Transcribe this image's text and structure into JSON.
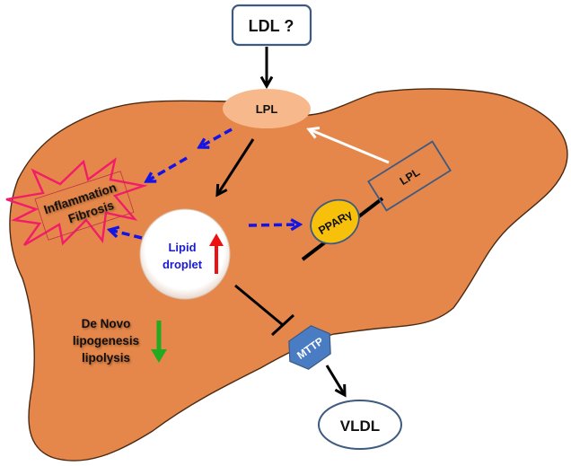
{
  "nodes": {
    "ldl": {
      "label": "LDL ?"
    },
    "lpl_top": {
      "label": "LPL"
    },
    "lpl_receptor": {
      "label": "LPL"
    },
    "inflammation": {
      "line1": "Inflammation",
      "line2": "Fibrosis"
    },
    "lipid_droplet": {
      "line1": "Lipid",
      "line2": "droplet",
      "trend": "up"
    },
    "ppar": {
      "label": "PPARγ"
    },
    "de_novo": {
      "line1": "De Novo",
      "line2": "lipogenesis",
      "line3": "lipolysis",
      "trend": "down"
    },
    "mttp": {
      "label": "MTTP"
    },
    "vldl": {
      "label": "VLDL"
    }
  },
  "edges": [
    {
      "from": "LDL ?",
      "to": "LPL",
      "style": "solid-black-arrow"
    },
    {
      "from": "LPL",
      "to": "Lipid droplet",
      "style": "solid-black-arrow"
    },
    {
      "from": "LPL",
      "to": "Inflammation Fibrosis",
      "style": "dashed-blue-arrow"
    },
    {
      "from": "Lipid droplet",
      "to": "Inflammation Fibrosis",
      "style": "dashed-blue-arrow"
    },
    {
      "from": "Lipid droplet",
      "to": "PPARγ",
      "style": "dashed-blue-arrow"
    },
    {
      "from": "LPL (gene)",
      "to": "LPL",
      "style": "solid-white-arrow"
    },
    {
      "from": "Lipid droplet",
      "to": "MTTP",
      "style": "inhibition"
    },
    {
      "from": "MTTP",
      "to": "VLDL",
      "style": "solid-black-arrow"
    }
  ],
  "colors": {
    "liver": "#e5874a",
    "liver_outline": "#4a2a14",
    "lpl_ellipse": "#f7b98c",
    "dashed_arrow": "#1414e6",
    "up_arrow": "#ee1111",
    "down_arrow": "#22aa22",
    "ppar_fill": "#f7c00a",
    "mttp_fill": "#4a7cc4",
    "box_stroke": "#3e5a80",
    "burst": "#f21d6a",
    "lipid_text": "#1a1ad0"
  }
}
